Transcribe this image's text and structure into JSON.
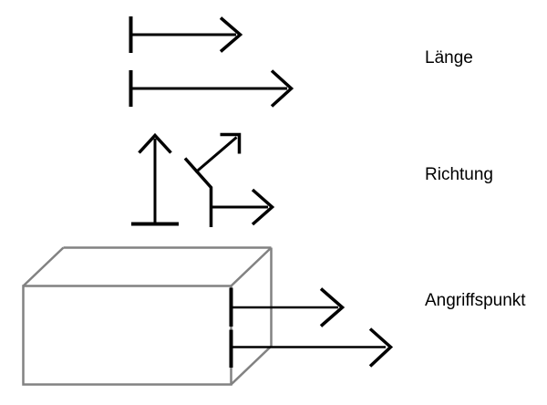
{
  "colors": {
    "background": "#ffffff",
    "arrow": "#000000",
    "box": "#828282",
    "text": "#000000"
  },
  "rows": [
    {
      "id": "laenge",
      "label": "Länge"
    },
    {
      "id": "richtung",
      "label": "Richtung"
    },
    {
      "id": "angriffspunkt",
      "label": "Angriffspunkt"
    }
  ]
}
